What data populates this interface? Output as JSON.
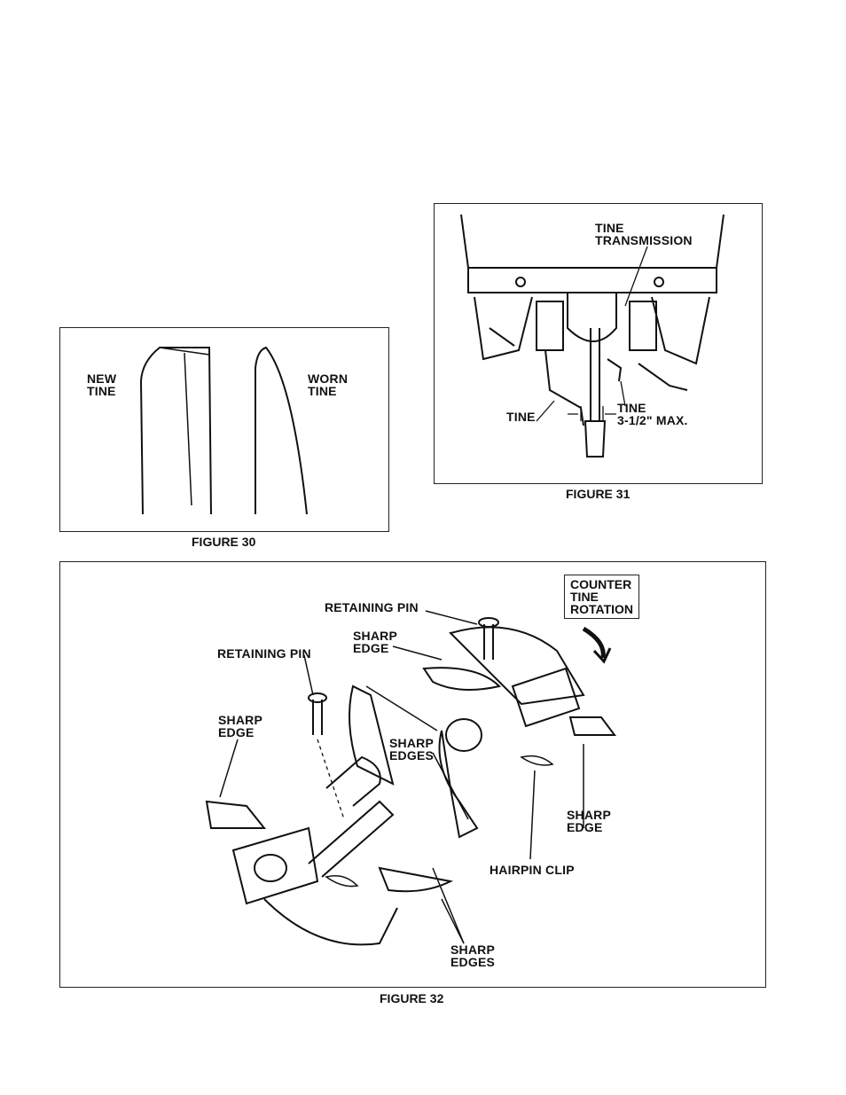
{
  "figure30": {
    "caption": "FIGURE 30",
    "new_label": "NEW\nTINE",
    "worn_label": "WORN\nTINE"
  },
  "figure31": {
    "caption": "FIGURE 31",
    "transmission_label": "TINE\nTRANSMISSION",
    "tine_left_label": "TINE",
    "tine_right_label": "TINE\n3-1/2\" MAX."
  },
  "figure32": {
    "caption": "FIGURE 32",
    "counter_label": "COUNTER\nTINE\nROTATION",
    "retaining_pin_1": "RETAINING PIN",
    "retaining_pin_2": "RETAINING PIN",
    "sharp_edge_top": "SHARP\nEDGE",
    "sharp_edge_left": "SHARP\nEDGE",
    "sharp_edges_middle": "SHARP\nEDGES",
    "sharp_edge_right": "SHARP\nEDGE",
    "hairpin_clip": "HAIRPIN CLIP",
    "sharp_edges_bottom": "SHARP\nEDGES"
  }
}
